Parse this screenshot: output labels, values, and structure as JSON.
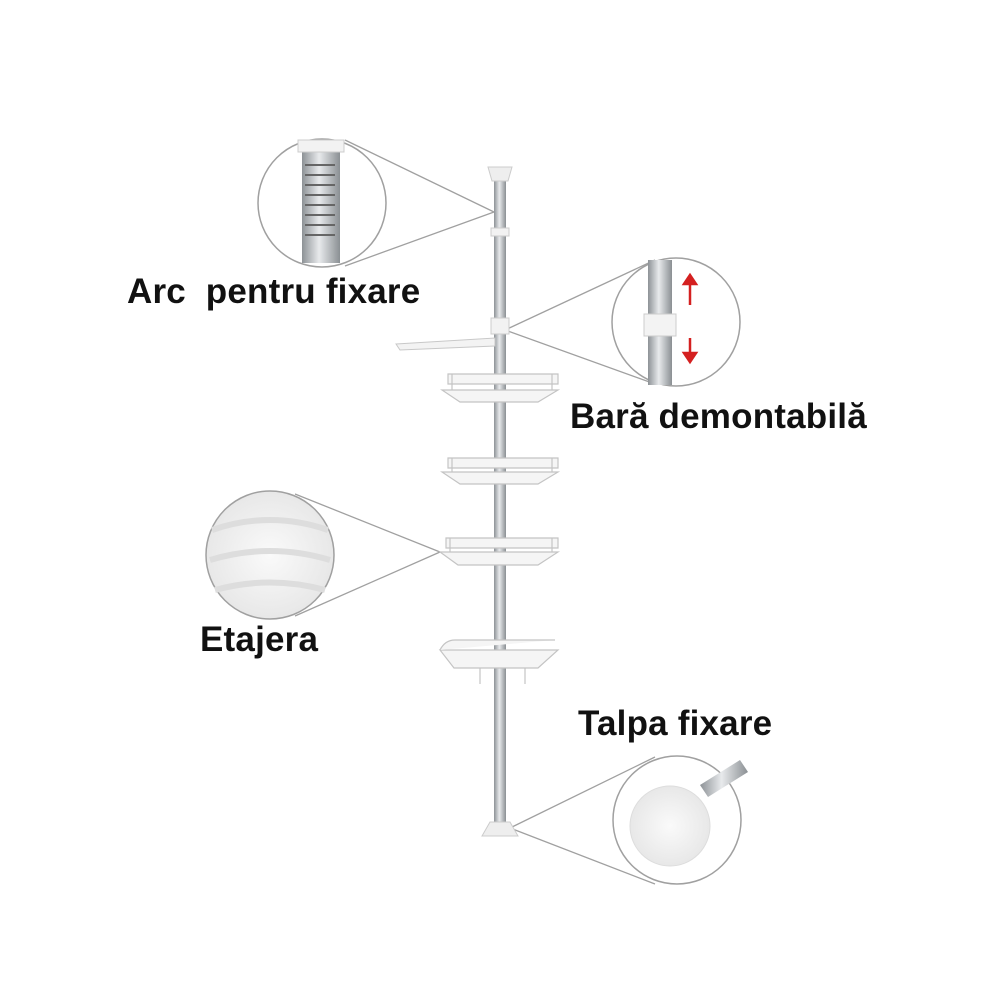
{
  "labels": {
    "spring": "Arc  pentru fixare",
    "bar": "Bară demontabilă",
    "shelf": "Etajera",
    "foot": "Talpa fixare"
  },
  "colors": {
    "pole": "#b8bcc0",
    "plastic": "#f4f4f4",
    "callout_line": "#9a9a9a",
    "arrow": "#d42020"
  }
}
